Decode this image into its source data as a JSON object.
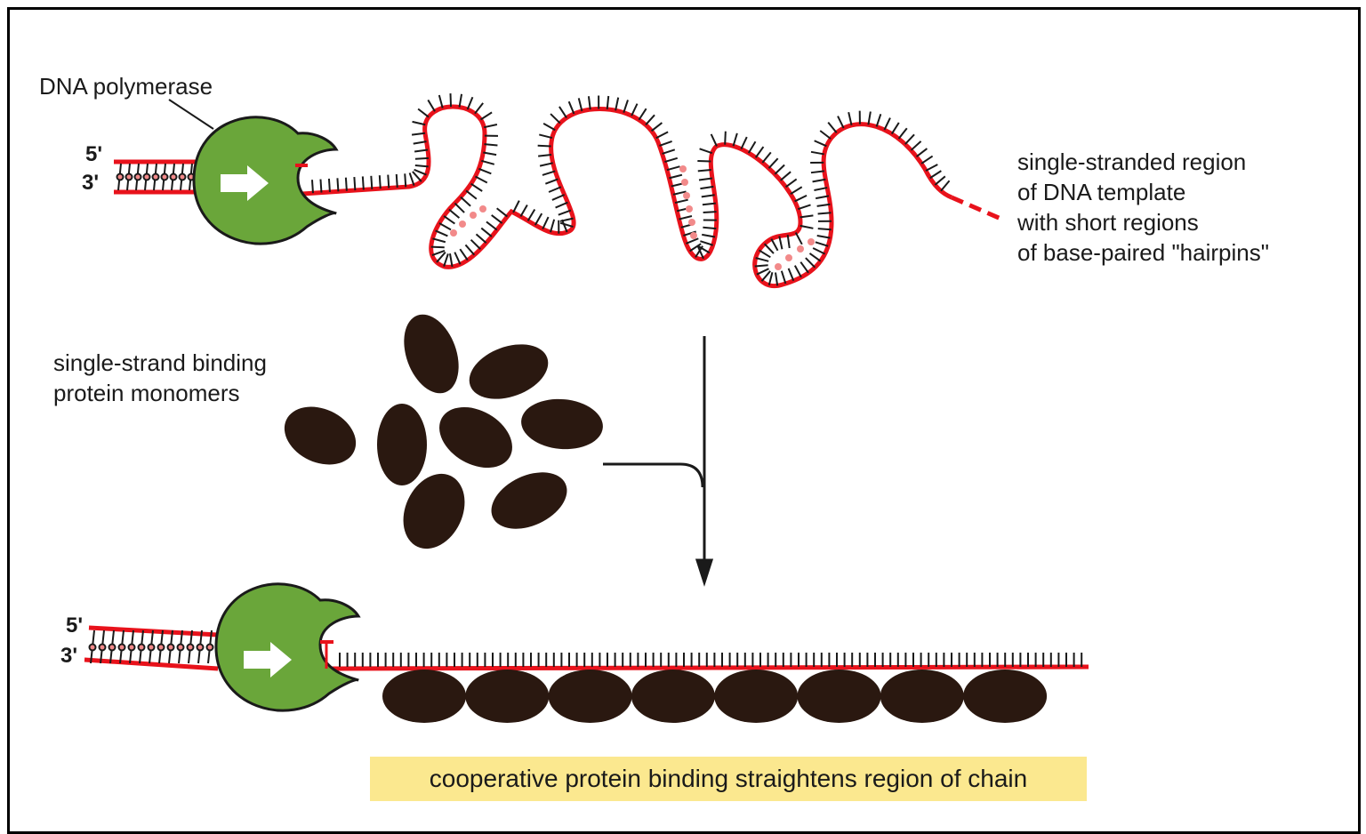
{
  "labels": {
    "polymerase": "DNA polymerase",
    "five_prime": "5'",
    "three_prime": "3'",
    "single_stranded_region": [
      "single-stranded region",
      "of DNA template",
      "with short regions",
      "of base-paired \"hairpins\""
    ],
    "ssb_monomers": [
      "single-strand binding",
      "protein monomers"
    ],
    "caption": "cooperative protein binding straightens region of chain"
  },
  "colors": {
    "strand": "#e8121b",
    "base_pair": "#f28a8a",
    "polymerase": "#6aa63a",
    "polymerase_outline": "#1a1a1a",
    "ssb_protein": "#2a1810",
    "caption_bg": "#fbe88f"
  },
  "icons": {
    "polymerase_direction": "right-arrow-icon"
  },
  "ssb_bound_count": 8,
  "ssb_free_count": 8
}
